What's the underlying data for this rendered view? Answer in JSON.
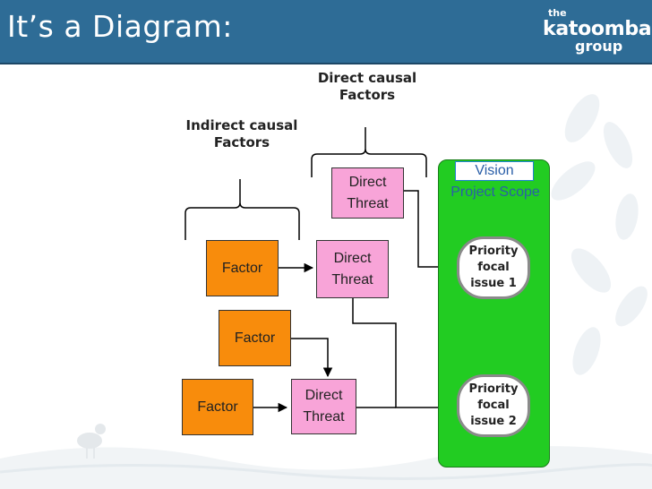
{
  "slide": {
    "title": "It’s a Diagram:"
  },
  "logo": {
    "line1": "the",
    "line2": "katoomba",
    "line3": "group"
  },
  "labels": {
    "direct_causal_line1": "Direct causal",
    "direct_causal_line2": "Factors",
    "indirect_causal_line1": "Indirect causal",
    "indirect_causal_line2": "Factors"
  },
  "nodes": {
    "threat_top": {
      "line1": "Direct",
      "line2": "Threat"
    },
    "threat_mid": {
      "line1": "Direct",
      "line2": "Threat"
    },
    "threat_bottom": {
      "line1": "Direct",
      "line2": "Threat"
    },
    "factor_top": "Factor",
    "factor_middle": "Factor",
    "factor_bottom": "Factor"
  },
  "vision": {
    "title": "Vision",
    "subtitle": "Project Scope",
    "issue1": {
      "line1": "Priority",
      "line2": "focal",
      "line3": "issue 1"
    },
    "issue2": {
      "line1": "Priority",
      "line2": "focal",
      "line3": "issue 2"
    }
  },
  "colors": {
    "header": "#2e6c96",
    "factor": "#f88c0c",
    "threat": "#f8a4d8",
    "vision_panel": "#22cc22",
    "vision_text": "#2a5fa8"
  }
}
